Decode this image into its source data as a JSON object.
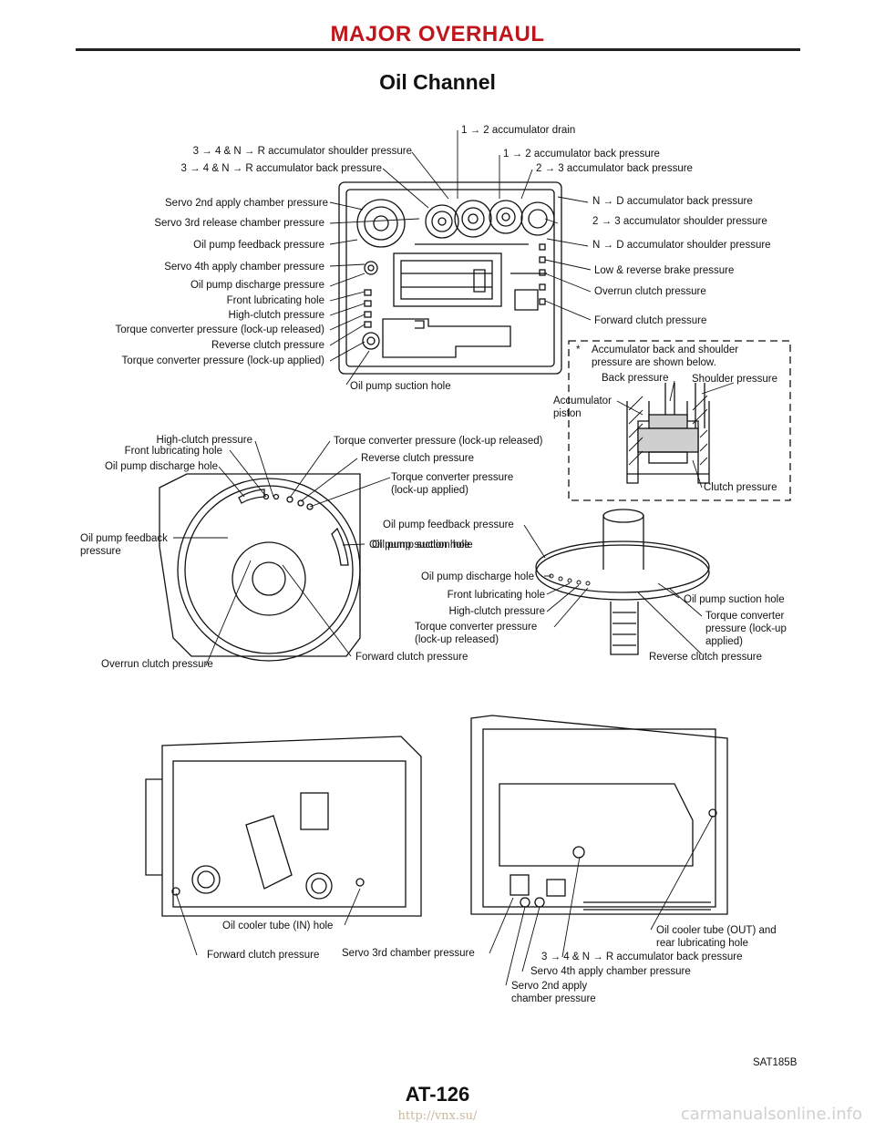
{
  "header": {
    "section": "MAJOR OVERHAUL",
    "title": "Oil Channel"
  },
  "top_view": {
    "labels": [
      "1 → 2 accumulator drain",
      "3 → 4 & N → R accumulator shoulder pressure",
      "1 → 2 accumulator back pressure",
      "3 → 4 & N → R accumulator back pressure",
      "2 → 3 accumulator back pressure",
      "Servo 2nd apply chamber pressure",
      "N → D accumulator back pressure",
      "Servo 3rd release chamber pressure",
      "2 → 3 accumulator shoulder pressure",
      "Oil pump feedback pressure",
      "N → D accumulator shoulder pressure",
      "Servo 4th apply chamber pressure",
      "Low & reverse brake pressure",
      "Oil pump discharge pressure",
      "Front lubricating hole",
      "Overrun clutch pressure",
      "High-clutch pressure",
      "Torque converter pressure (lock-up released)",
      "Forward clutch pressure",
      "Reverse clutch pressure",
      "Torque converter pressure (lock-up applied)",
      "Oil pump suction hole"
    ]
  },
  "inset": {
    "star": "*",
    "note": "Accumulator back and shoulder pressure are shown below.",
    "back": "Back pressure",
    "shoulder": "Shoulder pressure",
    "piston": "Accumulator piston",
    "clutch": "Clutch pressure"
  },
  "front_view": {
    "labels": [
      "High-clutch pressure",
      "Front lubricating hole",
      "Oil pump discharge hole",
      "Torque converter pressure (lock-up released)",
      "Reverse clutch pressure",
      "Torque converter pressure (lock-up applied)",
      "Oil pump feedback pressure",
      "Oil pump suction hole",
      "Overrun clutch pressure",
      "Forward clutch pressure"
    ]
  },
  "pump_view": {
    "labels": [
      "Oil pump feedback pressure",
      "Oil pump suction hole",
      "Oil pump discharge hole",
      "Front lubricating hole",
      "High-clutch pressure",
      "Torque converter pressure (lock-up released)",
      "Oil pump suction hole",
      "Torque converter pressure (lock-up applied)",
      "Reverse clutch pressure"
    ]
  },
  "side_views": {
    "labels": [
      "Oil cooler tube (IN) hole",
      "Forward clutch pressure",
      "Servo 3rd chamber pressure",
      "Oil cooler tube (OUT) and rear lubricating hole",
      "3 → 4 & N → R accumulator back pressure",
      "Servo 4th apply chamber pressure",
      "Servo 2nd apply chamber pressure"
    ]
  },
  "figure_code": "SAT185B",
  "page_number": "AT-126",
  "footer_url": "http://vnx.su/",
  "watermark": "carmanualsonline.info"
}
